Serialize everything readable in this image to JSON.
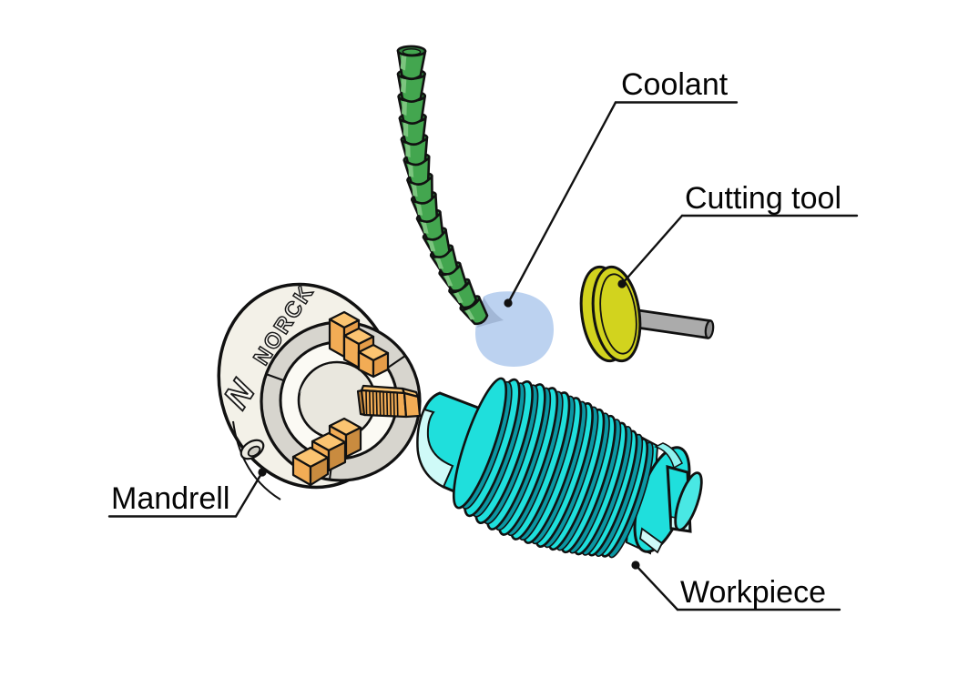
{
  "labels": {
    "coolant": "Coolant",
    "cutting_tool": "Cutting tool",
    "mandrell": "Mandrell",
    "workpiece": "Workpiece"
  },
  "chuck": {
    "brand": "NORCK",
    "logo": "N"
  },
  "counts": {
    "hose_segments": 14,
    "thread_rings": 13
  },
  "colors": {
    "outline": "#111111",
    "label_text": "#050505",
    "hose_green": "#43A64F",
    "hose_green_dark": "#2F7D3B",
    "hose_green_light": "#7CC57F",
    "droplet_blue": "#BCD2F0",
    "droplet_shade": "#A2B7D6",
    "tool_yellow": "#D2D31E",
    "shaft_gray": "#ABABAB",
    "shaft_gray_dark": "#8F8F8F",
    "chuck_body": "#F3F1E8",
    "chuck_ring": "#D7D5CE",
    "chuck_white": "#FBFAF4",
    "chuck_recess": "#E9E7DE",
    "chuck_hole": "#CFCDC4",
    "jaw_light": "#FBC471",
    "jaw_mid": "#F2AC55",
    "jaw_front": "#E59C48",
    "jaw_deep": "#C98B3F",
    "workpiece_cyan": "#1FDFDC",
    "workpiece_cyan_light": "#8FF2EF",
    "workpiece_cyan_pale": "#CFFAF8",
    "workpiece_teal": "#0B96A2"
  }
}
